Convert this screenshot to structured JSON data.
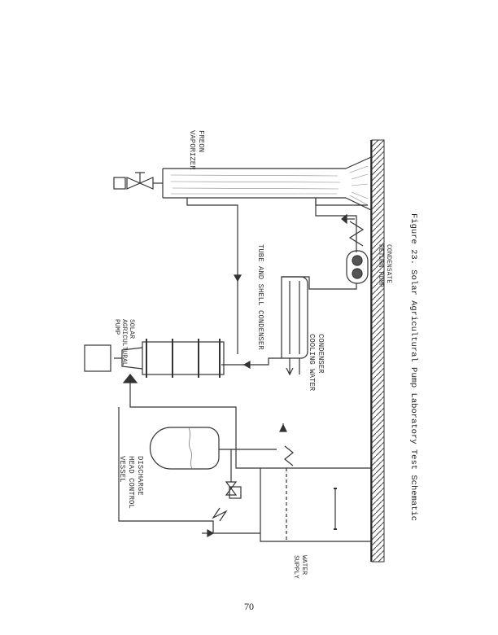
{
  "figure": {
    "caption": "Figure 23.  Solar Agricultural Pump Laboratory Test Schematic"
  },
  "labels": {
    "freon_vaporizer": [
      "FREON",
      "VAPORIZER"
    ],
    "tube_shell_condenser": "TUBE AND SHELL CONDENSER",
    "solar_pump": [
      "SOLAR",
      "AGRICULTURAL",
      "PUMP"
    ],
    "condensate_pump": [
      "CONDENSATE",
      "RETURN PUMP"
    ],
    "condenser_water": [
      "CONDENSER",
      "COOLING WATER"
    ],
    "discharge_vessel": [
      "DISCHARGE",
      "HEAD CONTROL",
      "VESSEL"
    ],
    "water_supply": [
      "WATER",
      "SUPPLY"
    ]
  },
  "page_number": "70"
}
